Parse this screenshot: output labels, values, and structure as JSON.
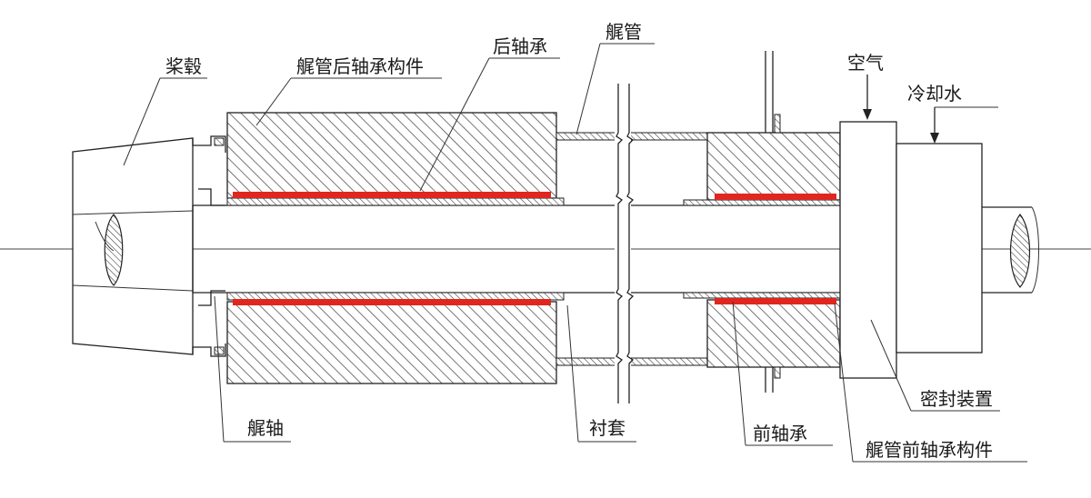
{
  "labels": {
    "propeller_hub": "桨毂",
    "stern_tube_rear_bearing_part": "艉管后轴承构件",
    "rear_bearing": "后轴承",
    "stern_tube": "艉管",
    "air": "空气",
    "cooling_water": "冷却水",
    "sealing_device": "密封装置",
    "stern_shaft": "艉轴",
    "bushing": "衬套",
    "front_bearing": "前轴承",
    "stern_tube_front_bearing_part": "艉管前轴承构件"
  },
  "colors": {
    "bearing_liner": "#e0261f",
    "outline": "#222222",
    "hatch": "#555555",
    "background": "#ffffff"
  }
}
